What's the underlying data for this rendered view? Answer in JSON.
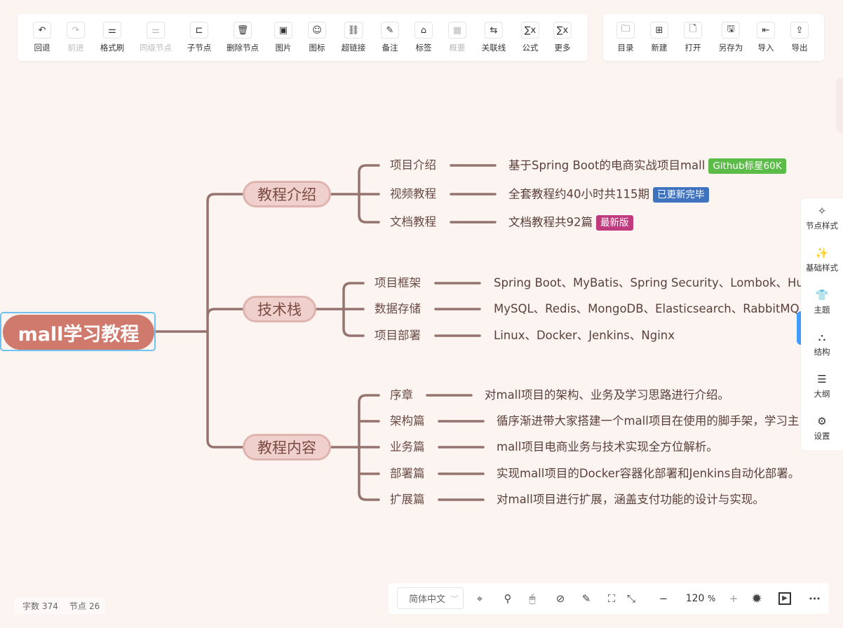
{
  "toolbar_left": [
    {
      "label": "回退",
      "icon": "undo-icon",
      "glyph": "↶",
      "disabled": false
    },
    {
      "label": "前进",
      "icon": "redo-icon",
      "glyph": "↷",
      "disabled": true
    },
    {
      "label": "格式刷",
      "icon": "format-painter-icon",
      "glyph": "⚌",
      "disabled": false
    },
    {
      "label": "同级节点",
      "icon": "sibling-node-icon",
      "glyph": "⚌",
      "disabled": true
    },
    {
      "label": "子节点",
      "icon": "child-node-icon",
      "glyph": "⊏",
      "disabled": false
    },
    {
      "label": "删除节点",
      "icon": "trash-icon",
      "glyph": "🗑",
      "disabled": false
    },
    {
      "label": "图片",
      "icon": "image-icon",
      "glyph": "▣",
      "disabled": false
    },
    {
      "label": "图标",
      "icon": "smiley-icon",
      "glyph": "☺",
      "disabled": false
    },
    {
      "label": "超链接",
      "icon": "link-icon",
      "glyph": "⛓",
      "disabled": false
    },
    {
      "label": "备注",
      "icon": "note-icon",
      "glyph": "✎",
      "disabled": false
    },
    {
      "label": "标签",
      "icon": "tag-icon",
      "glyph": "⌂",
      "disabled": false
    },
    {
      "label": "概要",
      "icon": "summary-icon",
      "glyph": "▦",
      "disabled": true
    },
    {
      "label": "关联线",
      "icon": "association-line-icon",
      "glyph": "⇆",
      "disabled": false
    },
    {
      "label": "公式",
      "icon": "formula-icon",
      "glyph": "∑x",
      "disabled": false
    },
    {
      "label": "更多",
      "icon": "more-icon",
      "glyph": "∑x",
      "disabled": false
    }
  ],
  "toolbar_right": [
    {
      "label": "目录",
      "icon": "folder-icon",
      "glyph": "🗀"
    },
    {
      "label": "新建",
      "icon": "new-file-icon",
      "glyph": "⊞"
    },
    {
      "label": "打开",
      "icon": "open-file-icon",
      "glyph": "🗋"
    },
    {
      "label": "另存为",
      "icon": "save-as-icon",
      "glyph": "🖫"
    },
    {
      "label": "导入",
      "icon": "import-icon",
      "glyph": "⇤"
    },
    {
      "label": "导出",
      "icon": "export-icon",
      "glyph": "⇪"
    }
  ],
  "mindmap": {
    "root": "mall学习教程",
    "branches": [
      {
        "label": "教程介绍",
        "children": [
          {
            "label": "项目介绍",
            "detail": "基于Spring Boot的电商实战项目mall",
            "tag": "Github标星60K",
            "tag_color": "#5bbd48"
          },
          {
            "label": "视频教程",
            "detail": "全套教程约40小时共115期",
            "tag": "已更新完毕",
            "tag_color": "#3f73c0"
          },
          {
            "label": "文档教程",
            "detail": "文档教程共92篇",
            "tag": "最新版",
            "tag_color": "#bf3b7d"
          }
        ]
      },
      {
        "label": "技术栈",
        "children": [
          {
            "label": "项目框架",
            "detail": "Spring Boot、MyBatis、Spring Security、Lombok、Hu"
          },
          {
            "label": "数据存储",
            "detail": "MySQL、Redis、MongoDB、Elasticsearch、RabbitMQ"
          },
          {
            "label": "项目部署",
            "detail": "Linux、Docker、Jenkins、Nginx"
          }
        ]
      },
      {
        "label": "教程内容",
        "children": [
          {
            "label": "序章",
            "detail": "对mall项目的架构、业务及学习思路进行介绍。"
          },
          {
            "label": "架构篇",
            "detail": "循序渐进带大家搭建一个mall项目在使用的脚手架，学习主"
          },
          {
            "label": "业务篇",
            "detail": "mall项目电商业务与技术实现全方位解析。"
          },
          {
            "label": "部署篇",
            "detail": "实现mall项目的Docker容器化部署和Jenkins自动化部署。"
          },
          {
            "label": "扩展篇",
            "detail": "对mall项目进行扩展，涵盖支付功能的设计与实现。"
          }
        ]
      }
    ]
  },
  "side_panel": [
    {
      "label": "节点样式",
      "icon": "node-style-icon",
      "glyph": "✧"
    },
    {
      "label": "基础样式",
      "icon": "magic-wand-icon",
      "glyph": "✨"
    },
    {
      "label": "主题",
      "icon": "shirt-icon",
      "glyph": "👕"
    },
    {
      "label": "结构",
      "icon": "structure-icon",
      "glyph": "⛬"
    },
    {
      "label": "大纲",
      "icon": "outline-icon",
      "glyph": "☰"
    },
    {
      "label": "设置",
      "icon": "settings-icon",
      "glyph": "⚙"
    }
  ],
  "bottom_bar": {
    "language": "简体中文",
    "zoom_value": "120",
    "zoom_unit": "%",
    "icons": [
      {
        "name": "locate-icon",
        "glyph": "⌖"
      },
      {
        "name": "search-icon",
        "glyph": "⚲"
      },
      {
        "name": "mouse-icon",
        "glyph": "🖱"
      },
      {
        "name": "compass-icon",
        "glyph": "⊘"
      },
      {
        "name": "edit-icon",
        "glyph": "✎"
      },
      {
        "name": "fit-screen-icon",
        "glyph": "⛶"
      },
      {
        "name": "fullscreen-icon",
        "glyph": "⤡"
      }
    ],
    "zoom_out_glyph": "−",
    "zoom_in_glyph": "+",
    "theme_glyph": "✹",
    "present_glyph": "▶",
    "more_glyph": "•••"
  },
  "stats": {
    "word_count_label": "字数",
    "word_count": "374",
    "node_count_label": "节点",
    "node_count": "26"
  },
  "colors": {
    "line": "#957470",
    "root_fill": "#cf7a6d",
    "branch_fill": "#efd0cc",
    "selection": "#6ec2f0",
    "accent": "#409eff"
  }
}
